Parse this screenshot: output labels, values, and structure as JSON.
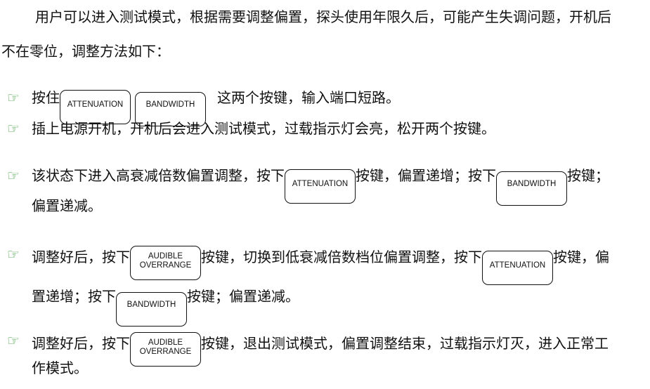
{
  "intro": {
    "line1": "用户可以进入测试模式，根据需要调整偏置，探头使用年限久后，可能产生失调问题，开机后",
    "line2": "不在零位，调整方法如下："
  },
  "keys": {
    "attenuation": "ATTENUATION",
    "bandwidth": "BANDWIDTH",
    "audible1": "AUDIBLE",
    "audible2": "OVERRANGE"
  },
  "bullets": [
    {
      "a": "按住",
      "b": "这两个按键，输入端口短路。"
    },
    {
      "a": "插上电源开机，开机后会进入测试模式，过载指示灯会亮，松开两个按键。"
    },
    {
      "a": "该状态下进入高衰减倍数偏置调整，按下",
      "b": "按键，偏置递增；按下",
      "c": "按键；",
      "d": "偏置递减。"
    },
    {
      "a": "调整好后，按下",
      "b": "按键，切换到低衰减倍数档位偏置调整，按下",
      "c": "按键，偏",
      "d": "置递增；按下",
      "e": "按键；偏置递减。"
    },
    {
      "a": "调整好后，按下",
      "b": "按键，退出测试模式，偏置调整结束，过载指示灯灭，进入正常工",
      "c": "作模式。"
    }
  ],
  "bullet_icon": "pointing-hand-icon",
  "bullet_color": "#3a9a3a"
}
